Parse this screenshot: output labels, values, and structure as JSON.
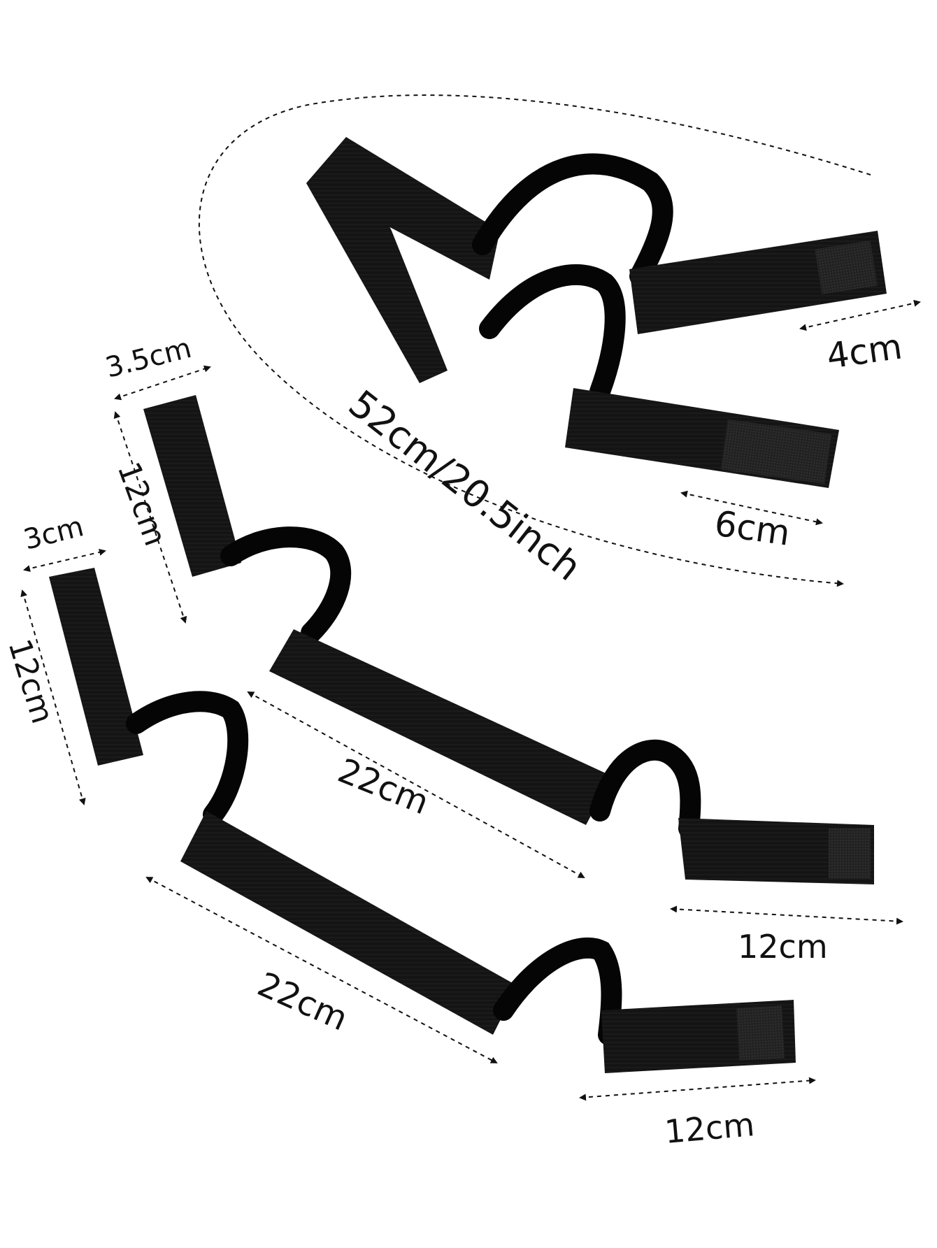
{
  "colors": {
    "background": "#ffffff",
    "strap": "#111111",
    "strap_weave": "#1c1c1c",
    "velvet": "#050505",
    "velcro": "#2a2a2a",
    "guide_line": "#111111"
  },
  "measurements": {
    "total_length": "52cm/20.5inch",
    "top_end_width": "4cm",
    "top_lower_width": "6cm",
    "small_width_top": "3.5cm",
    "small_length_top": "12cm",
    "small_width_bottom": "3cm",
    "small_length_bottom": "12cm",
    "middle_long_top": "22cm",
    "middle_long_bottom": "22cm",
    "end_length_top": "12cm",
    "end_length_bottom": "12cm"
  }
}
